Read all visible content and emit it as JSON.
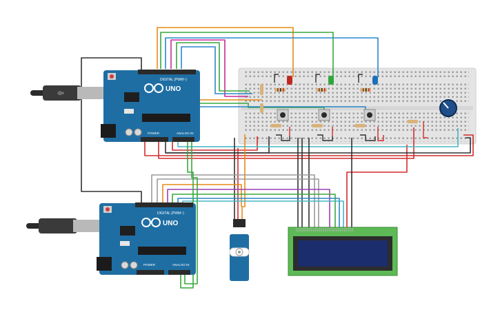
{
  "boards": [
    {
      "id": "arduino-top",
      "model_label": "UNO",
      "header_label": "DIGITAL (PWM~)",
      "power_label": "POWER",
      "analog_label": "ANALOG IN"
    },
    {
      "id": "arduino-bottom",
      "model_label": "UNO",
      "header_label": "DIGITAL (PWM~)",
      "power_label": "POWER",
      "analog_label": "ANALOG IN"
    }
  ],
  "components": {
    "leds": [
      {
        "color": "#c0281e"
      },
      {
        "color": "#2fa83a"
      },
      {
        "color": "#1e6fb8"
      }
    ],
    "pushbuttons": 3,
    "potentiometer": true,
    "servo": true,
    "lcd": {
      "type": "16x2",
      "pins": 16
    }
  },
  "colors": {
    "board_blue": "#1f6ea3",
    "breadboard": "#e4e4e4",
    "lcd_green": "#5dba56",
    "lcd_screen": "#1c2d6e",
    "wire_red": "#d42a2a",
    "wire_black": "#303030",
    "wire_orange": "#e88a14",
    "wire_green": "#36a83c",
    "wire_blue": "#2a87cc",
    "wire_purple": "#9a3fb4",
    "wire_gray": "#9a9a9a",
    "wire_teal": "#44b6c4",
    "wire_magenta": "#c7289a"
  }
}
